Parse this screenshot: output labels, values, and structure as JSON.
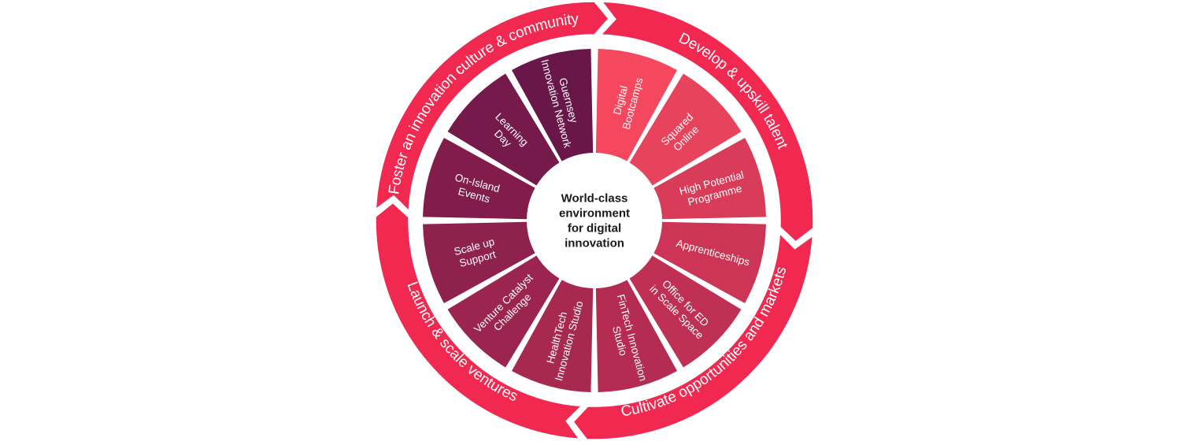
{
  "center": {
    "lines": [
      "World-class",
      "environment",
      "for digital",
      "innovation"
    ]
  },
  "outer_ring": {
    "color": "#f1284f",
    "sections": [
      {
        "id": "develop",
        "label": "Develop & upskill talent"
      },
      {
        "id": "cultivate",
        "label": "Cultivate opportunities and markets"
      },
      {
        "id": "launch",
        "label": "Launch & scale ventures"
      },
      {
        "id": "foster",
        "label": "Foster an innovation culture & community"
      }
    ]
  },
  "segments": [
    {
      "id": "digital-bootcamps",
      "lines": [
        "Digital",
        "Bootcamps"
      ],
      "color": "#f5485e"
    },
    {
      "id": "squared-online",
      "lines": [
        "Squared",
        "Online"
      ],
      "color": "#e8435c"
    },
    {
      "id": "high-potential-programme",
      "lines": [
        "High Potential",
        "Programme"
      ],
      "color": "#d93c58"
    },
    {
      "id": "apprenticeships",
      "lines": [
        "Apprenticeships"
      ],
      "color": "#cc3555"
    },
    {
      "id": "office-for-ed",
      "lines": [
        "Office for ED",
        "in Scale Space"
      ],
      "color": "#c03054"
    },
    {
      "id": "fintech-innovation-studio",
      "lines": [
        "FinTech Innovation",
        "Studio"
      ],
      "color": "#b42c52"
    },
    {
      "id": "healthtech-innovation-studio",
      "lines": [
        "HealthTech",
        "Innovation Studio"
      ],
      "color": "#a82950"
    },
    {
      "id": "venture-catalyst-challenge",
      "lines": [
        "Venture Catalyst",
        "Challenge"
      ],
      "color": "#9b254e"
    },
    {
      "id": "scale-up-support",
      "lines": [
        "Scale up",
        "Support"
      ],
      "color": "#8e214d"
    },
    {
      "id": "on-island-events",
      "lines": [
        "On-Island",
        "Events"
      ],
      "color": "#821d4b"
    },
    {
      "id": "learning-day",
      "lines": [
        "Learning",
        "Day"
      ],
      "color": "#751a4a"
    },
    {
      "id": "guernsey-innovation-network",
      "lines": [
        "Guernsey",
        "Innovation Network"
      ],
      "color": "#691649"
    }
  ]
}
